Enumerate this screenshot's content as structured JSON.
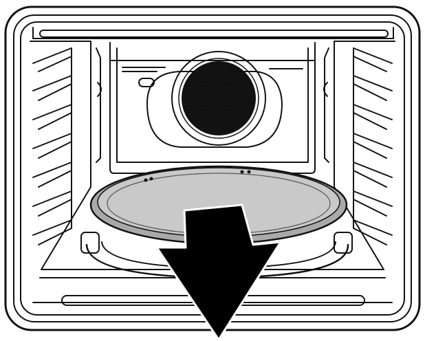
{
  "illustration": {
    "subject": "oven-interior-with-removable-round-tray",
    "components": [
      "oven-frame",
      "inner-cavity",
      "convection-fan-cover",
      "side-rack-rails",
      "round-pizza-tray",
      "tray-support-ring",
      "removal-arrow"
    ],
    "arrow_direction": "down",
    "colors": {
      "line": "#111111",
      "background": "#ffffff",
      "tray_fill": "#c9c9c9",
      "tray_rim": "#a9a9a9",
      "arrow": "#000000"
    }
  }
}
